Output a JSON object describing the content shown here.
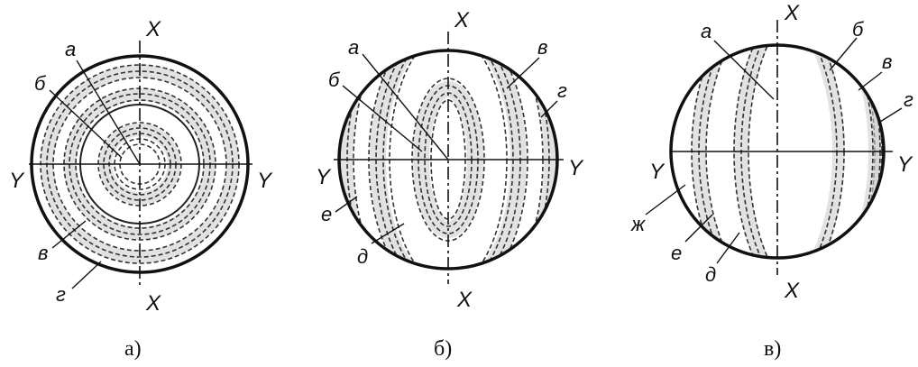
{
  "figures": [
    {
      "id": "a",
      "caption": "а)",
      "axis_x": "X",
      "axis_y": "Y",
      "labels": [
        "а",
        "б",
        "в",
        "г"
      ]
    },
    {
      "id": "b",
      "caption": "б)",
      "axis_x": "X",
      "axis_y": "Y",
      "labels": [
        "а",
        "б",
        "в",
        "г",
        "д",
        "е"
      ]
    },
    {
      "id": "c",
      "caption": "в)",
      "axis_x": "X",
      "axis_y": "Y",
      "labels": [
        "а",
        "б",
        "в",
        "г",
        "д",
        "е",
        "ж"
      ]
    }
  ]
}
